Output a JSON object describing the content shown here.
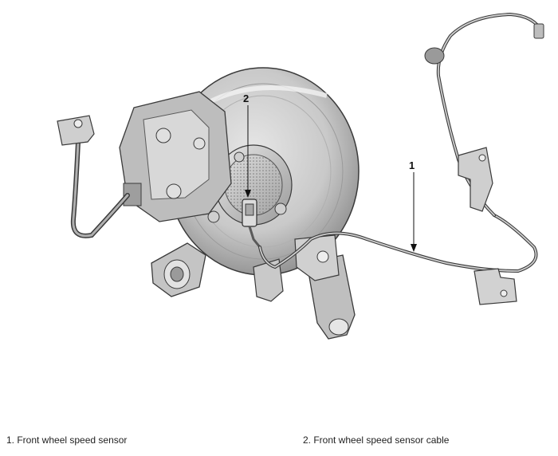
{
  "callouts": [
    {
      "number": "1",
      "label": "Front wheel speed sensor"
    },
    {
      "number": "2",
      "label": "Front wheel speed sensor cable"
    }
  ],
  "legend": [
    "1. Front wheel speed sensor",
    "2. Front wheel speed sensor cable"
  ],
  "colors": {
    "metal_light": "#d9d9d9",
    "metal_mid": "#b3b3b3",
    "metal_dark": "#6e6e6e",
    "outline": "#3a3a3a",
    "cable": "#8c8c8c"
  }
}
